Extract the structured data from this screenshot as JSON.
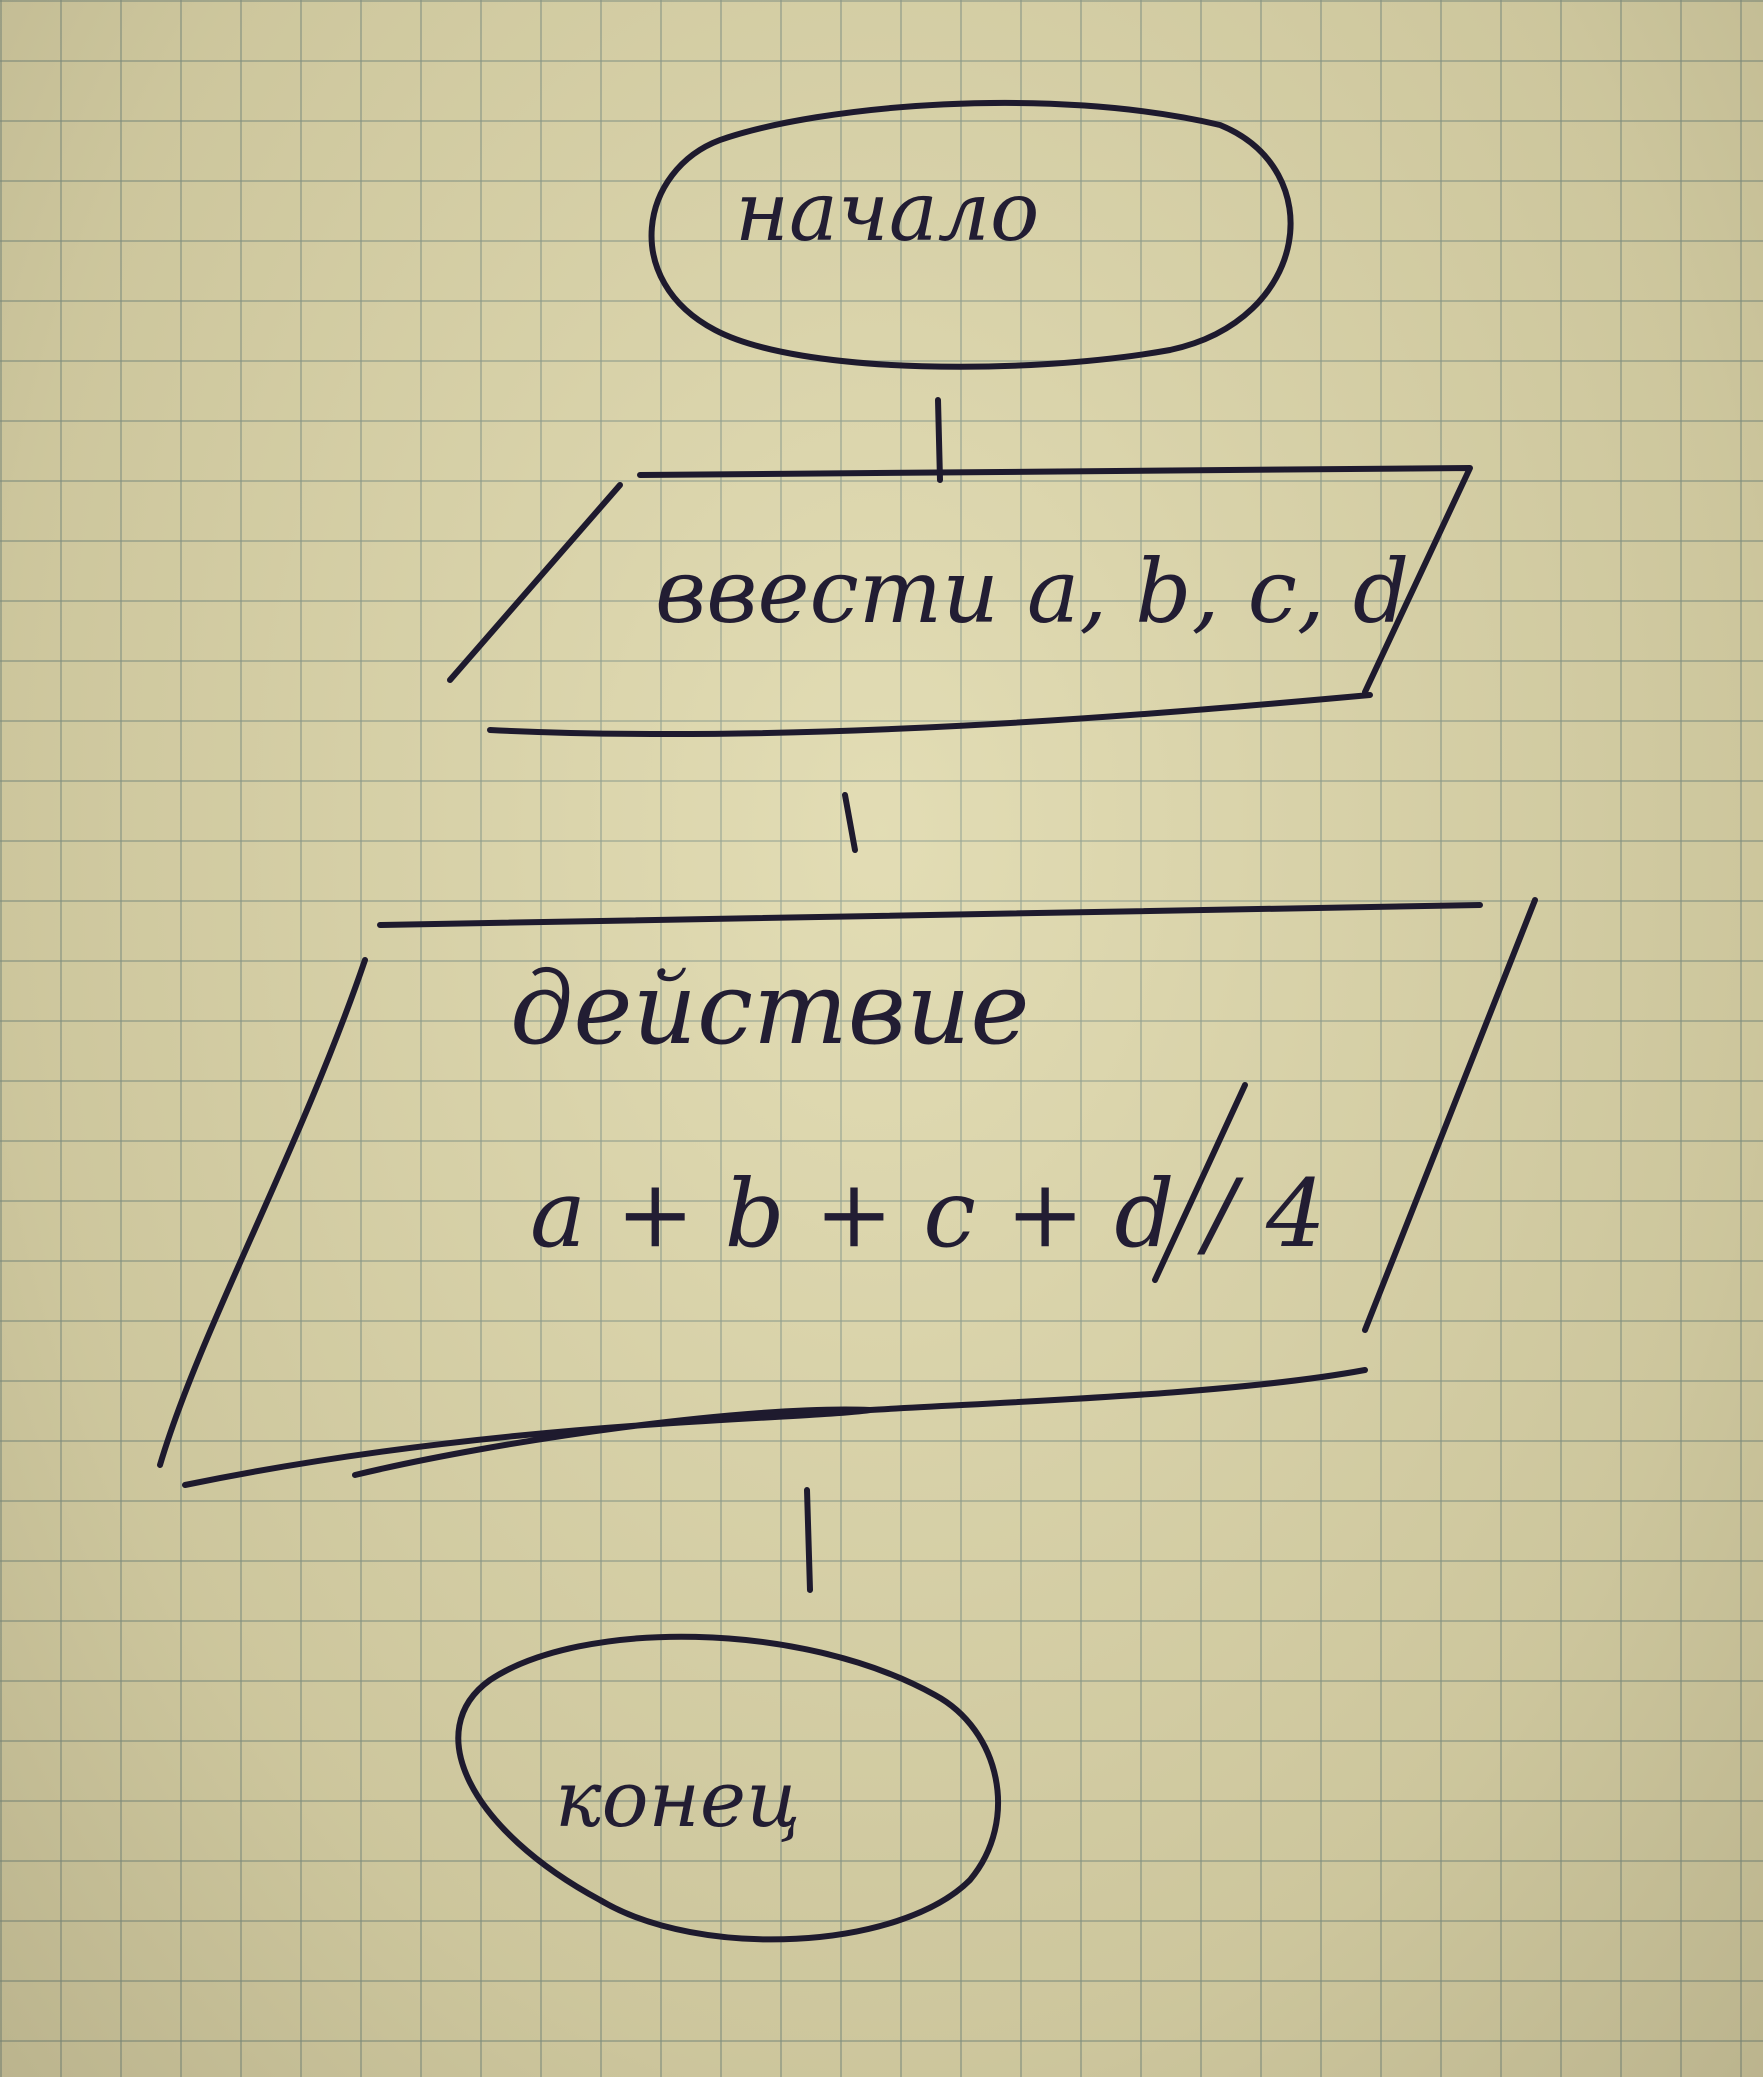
{
  "flowchart": {
    "start_label": "начало",
    "input_label": "ввести a, b, c, d",
    "process_title": "действие",
    "process_formula": "a + b + c + d / 4",
    "end_label": "конец"
  },
  "colors": {
    "paper": "#d9d3a9",
    "grid": "#788c82",
    "ink": "#1e1a2e"
  }
}
